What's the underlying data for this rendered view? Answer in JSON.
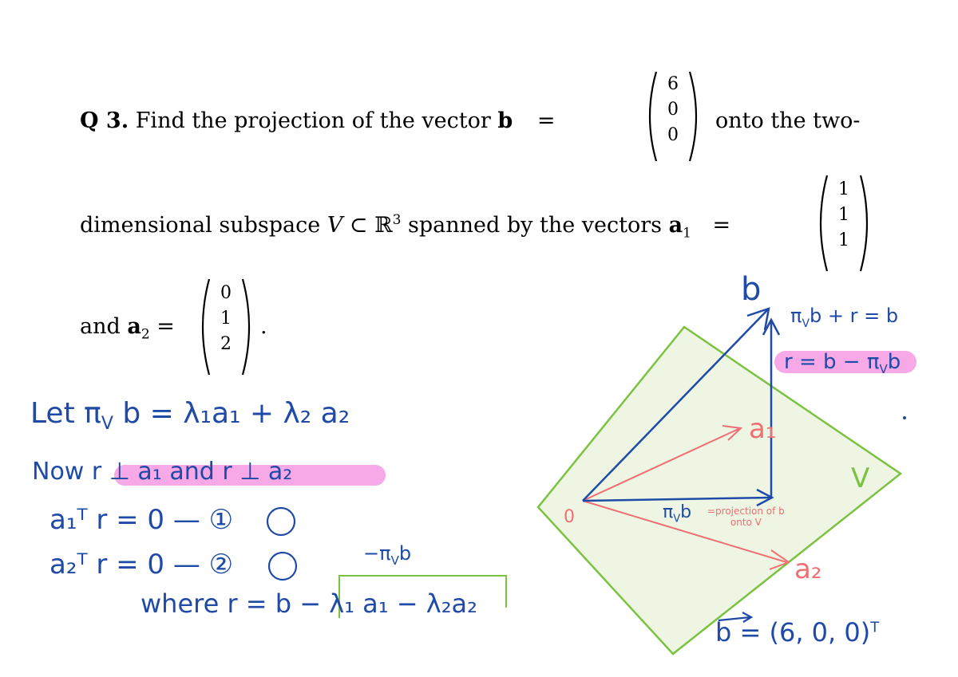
{
  "question": {
    "label": "Q 3.",
    "text_1": "Find the projection of the vector",
    "b_sym": "b",
    "eq": "=",
    "b_vec": [
      "6",
      "0",
      "0"
    ],
    "text_2": "onto the two-",
    "text_3": "dimensional subspace",
    "V": "V",
    "subset": "⊂",
    "R": "ℝ",
    "R_exp": "3",
    "text_4": "spanned by the vectors",
    "a1_sym": "a",
    "a1_sub": "1",
    "a1_vec": [
      "1",
      "1",
      "1"
    ],
    "text_5": "and",
    "a2_sym": "a",
    "a2_sub": "2",
    "a2_vec": [
      "0",
      "1",
      "2"
    ],
    "period": "."
  },
  "notes": {
    "line1": "Let  π",
    "line1_sub": "V",
    "line1_rest": " b  =  λ₁a₁ + λ₂ a₂",
    "line2": "Now  r ⊥ a₁  and r ⊥ a₂",
    "line3": "a₁ᵀ r = 0  —  ①",
    "line4": "a₂ᵀ r = 0  —  ②",
    "line5_annot": "−π",
    "line5_annot_sub": "V",
    "line5_annot_b": "b",
    "line6": "where  r = b − λ₁ a₁ − λ₂a₂"
  },
  "diagram": {
    "b_label": "b",
    "eq_top": "π",
    "eq_top_sub": "V",
    "eq_top_rest": "b + r = b",
    "r_label": "r = b − π",
    "r_label_sub": "V",
    "r_label_b": "b",
    "a1_label": "a₁",
    "a2_label": "a₂",
    "V_label": "V",
    "origin_label": "0",
    "proj_label": "π",
    "proj_label_sub": "V",
    "proj_label_b": "b",
    "proj_note_1": "=projection of b",
    "proj_note_2": "onto V",
    "b_vector_eq": "b = (6, 0, 0)",
    "b_vector_exp": "T",
    "colors": {
      "ink_blue": "#1f4aa8",
      "ink_pink": "#ef6f73",
      "plane_fill": "#eef6e3",
      "plane_edge": "#7cc241",
      "highlight": "#f7a8e6"
    }
  }
}
